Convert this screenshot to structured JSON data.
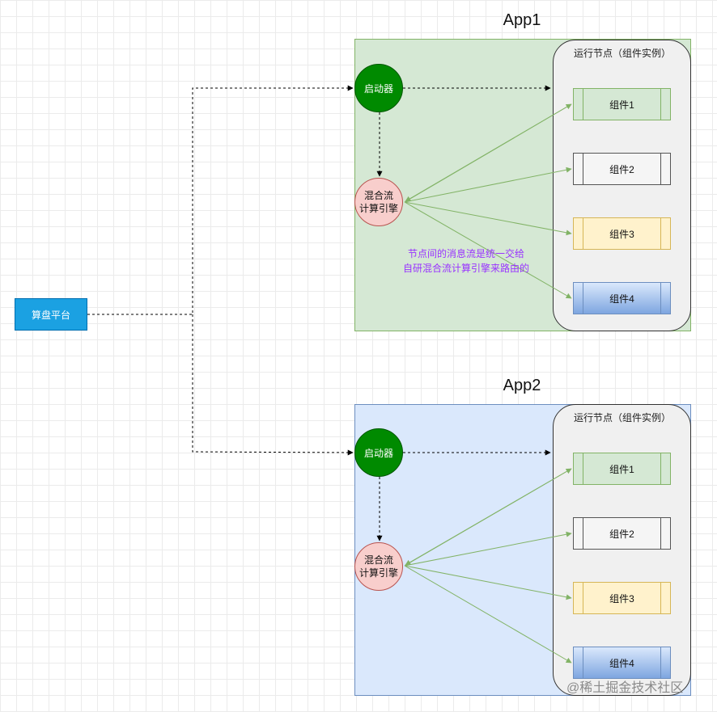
{
  "platform": {
    "label": "算盘平台"
  },
  "apps": [
    {
      "title": "App1",
      "runtime_label": "运行节点（组件实例）",
      "starter_label": "启动器",
      "engine_label_line1": "混合流",
      "engine_label_line2": "计算引擎",
      "components": [
        "组件1",
        "组件2",
        "组件3",
        "组件4"
      ],
      "note_line1": "节点间的消息流是统一交给",
      "note_line2": "自研混合流计算引擎来路由的"
    },
    {
      "title": "App2",
      "runtime_label": "运行节点（组件实例）",
      "starter_label": "启动器",
      "engine_label_line1": "混合流",
      "engine_label_line2": "计算引擎",
      "components": [
        "组件1",
        "组件2",
        "组件3",
        "组件4"
      ]
    }
  ],
  "watermark": "@稀土掘金技术社区",
  "colors": {
    "app1_fill": "#d5e8d4",
    "app2_fill": "#dae8fc",
    "starter": "#008a00",
    "engine": "#f8cecc",
    "platform": "#1ba1e2",
    "note": "#9933ff",
    "message_flow": "#82b366"
  }
}
